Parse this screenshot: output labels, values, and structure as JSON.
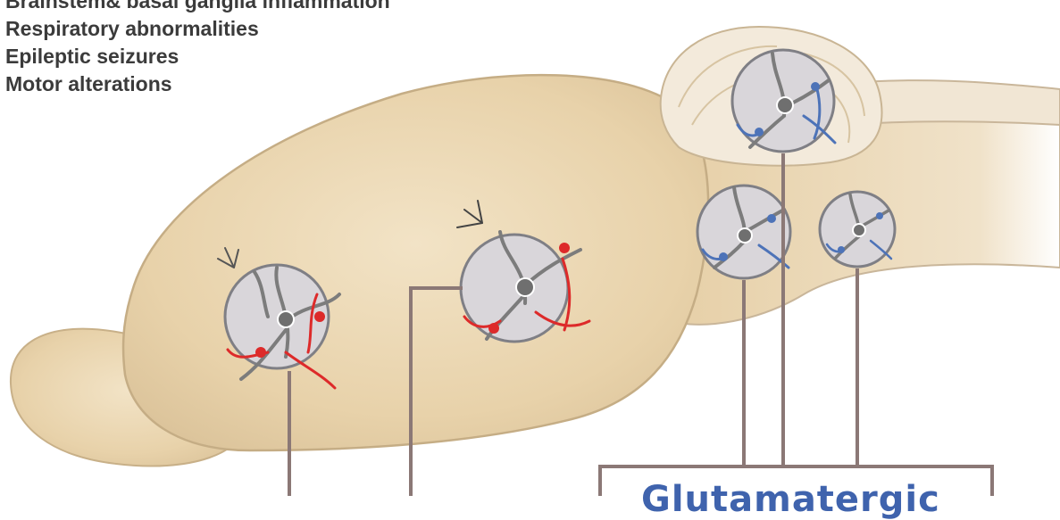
{
  "symptoms": [
    "Brainstem& basal ganglia inflammation",
    "Respiratory abnormalities",
    "Epileptic seizures",
    "Motor alterations"
  ],
  "glutamatergic_label": "Glutamatergic",
  "colors": {
    "brain_fill": "#ecd9b6",
    "neuron_gray": "#7c7c7c",
    "neuron_red": "#dd2a2a",
    "neuron_blue": "#4d73b8",
    "circle_fill": "#d9d6da",
    "leader_line": "#8b7876",
    "label_blue": "#3f63ad"
  }
}
